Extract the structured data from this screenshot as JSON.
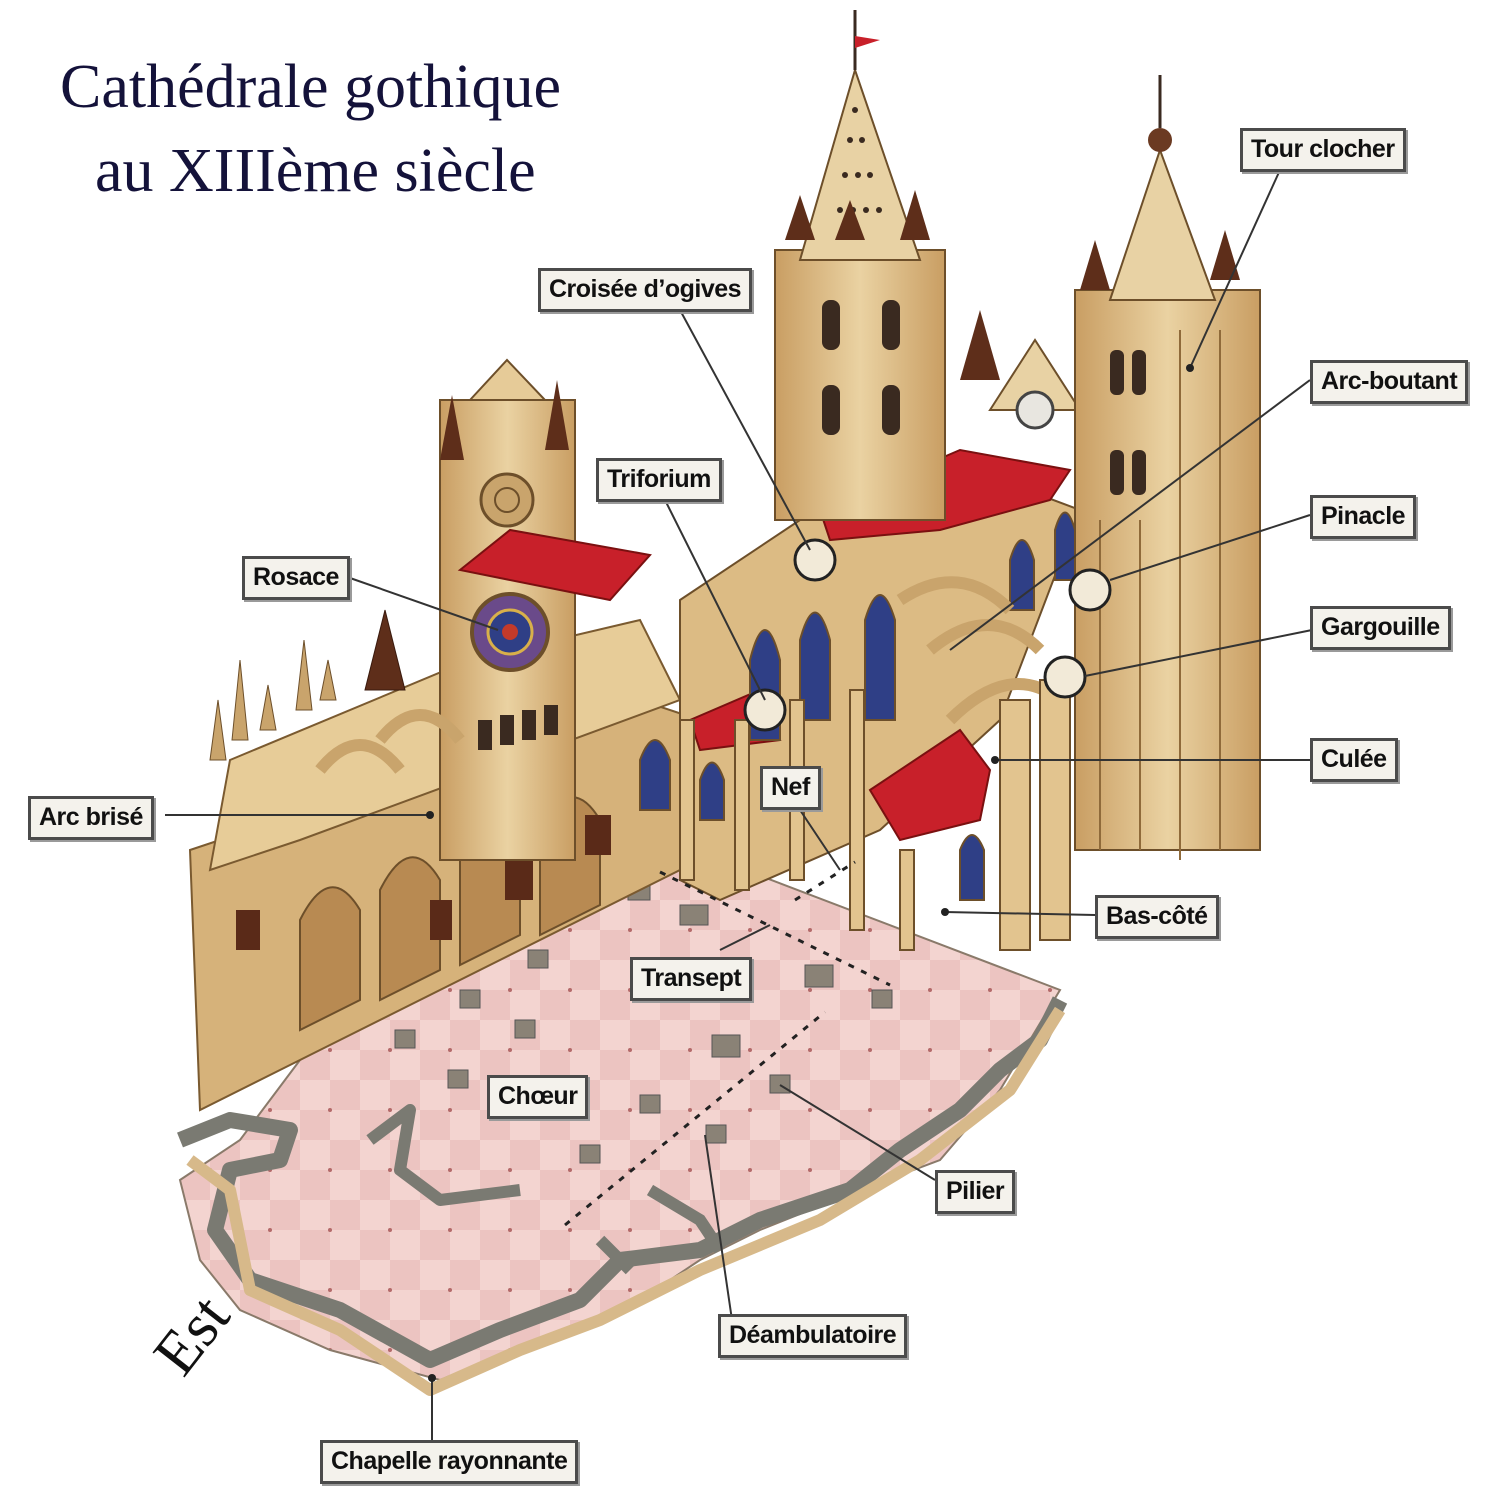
{
  "title": {
    "line1": "Cathédrale gothique",
    "line2": "au XIIIème siècle"
  },
  "orientation": "Est",
  "labels": {
    "tour_clocher": "Tour clocher",
    "croisee_dogives": "Croisée d’ogives",
    "arc_boutant": "Arc-boutant",
    "triforium": "Triforium",
    "pinacle": "Pinacle",
    "rosace": "Rosace",
    "gargouille": "Gargouille",
    "culee": "Culée",
    "nef": "Nef",
    "arc_brise": "Arc brisé",
    "bas_cote": "Bas-côté",
    "transept": "Transept",
    "choeur": "Chœur",
    "pilier": "Pilier",
    "deambulatoire": "Déambulatoire",
    "chapelle_rayonnante": "Chapelle rayonnante"
  },
  "colors": {
    "stone": "#e2c48f",
    "stone_dark": "#b98f57",
    "roof": "#c8202a",
    "floor": "#ecc4c1",
    "spire_cap": "#6b3a22",
    "window": "#2f3f86"
  }
}
